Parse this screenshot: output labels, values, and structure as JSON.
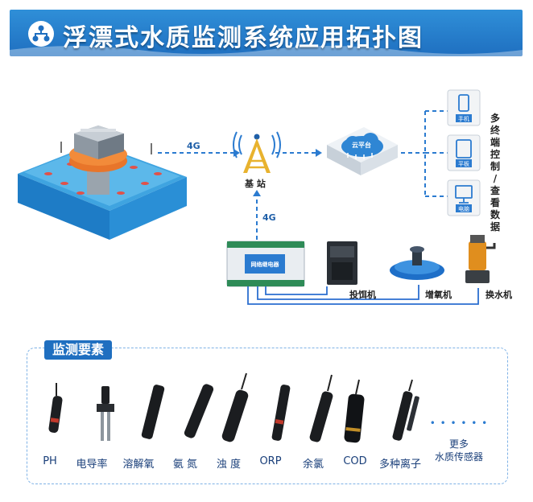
{
  "title": "浮漂式水质监测系统应用拓扑图",
  "links": {
    "left_4g": "4G",
    "up_4g": "4G"
  },
  "nodes": {
    "base_station": "基 站",
    "cloud": "云平台",
    "devices": {
      "phone": "手机",
      "tablet": "平板",
      "pc": "电脑"
    },
    "multi_terminal": [
      "多",
      "终",
      "端",
      "控",
      "制",
      "/",
      "查",
      "看",
      "数",
      "据"
    ],
    "controller": "网络继电器",
    "feeder": "投饵机",
    "aerator": "增氧机",
    "pump": "换水机"
  },
  "section": {
    "title": "监测要素",
    "sensors": [
      "PH",
      "电导率",
      "溶解氧",
      "氨 氮",
      "浊 度",
      "ORP",
      "余氯",
      "COD",
      "多种离子"
    ],
    "more_dots": "• • • • • •",
    "more": [
      "更多",
      "水质传感器"
    ]
  },
  "colors": {
    "banner": "#1f6fc0",
    "link": "#2b7bd0",
    "wire": "#2b6fd0",
    "tag": "#1f6fc0"
  }
}
